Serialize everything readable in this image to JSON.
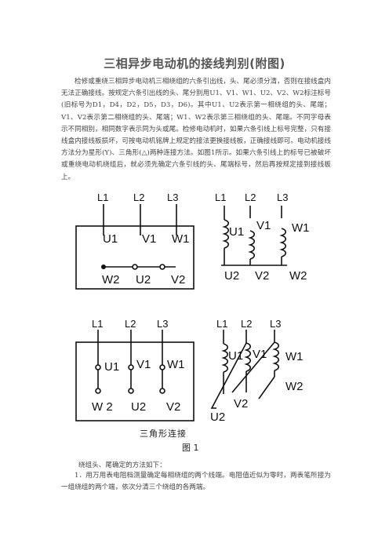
{
  "title": "三相异步电动机的接线判别(附图)",
  "intro": "检修或重绕三相异步电动机三相绕组的六条引出线，头、尾必须分清，否则在接线盒内无法正确接线。按规定六条引出线的头、尾分别用U1、V1、W1、U2、V2、W2标注标号(旧标号为D1，D4，D2，D5，D3，D6)。其中U1、U2表示第一相绕组的头、尾端；V1、V2表示第二相绕组的头、尾端；W1、W2表示第三相绕组的头、尾端。不同字母表示不同相别，相同数字表示同为头或尾。检修电动机时，如果六条引线上标号完整，只有接线盒内接线板损坏，可按电动机铭牌上规定的接法更换接线板，正确接线即可。电动机接线方法分为星形(Y)、三角形(△)两种连接方法。如图1所示。如果六条引线上的标号已被破坏或重绕电动机绕组后，就必须先确定六条引线的头、尾端标号，然后再按规定接到接线板上。",
  "figure": {
    "line_labels": [
      "L1",
      "L2",
      "L3"
    ],
    "head_labels": [
      "U1",
      "V1",
      "W1"
    ],
    "tail_labels_star_box": [
      "W2",
      "U2",
      "V2"
    ],
    "tail_labels_star_coil": [
      "U2",
      "V2",
      "W2"
    ],
    "tail_labels_delta_box": [
      "W 2",
      "U2",
      "V2"
    ],
    "delta_coil_tails": [
      "U2",
      "V2",
      "W2"
    ],
    "subcaption": "三角形连接",
    "caption": "图 1"
  },
  "steps_heading": "绕组头、尾确定的方法如下：",
  "step1": "1．用万用表电阻档测量确定每相绕组的两个线端。电阻值近似为零时，两表笔所接为一组绕组的两个端，依次分清三个绕组的各两端。"
}
